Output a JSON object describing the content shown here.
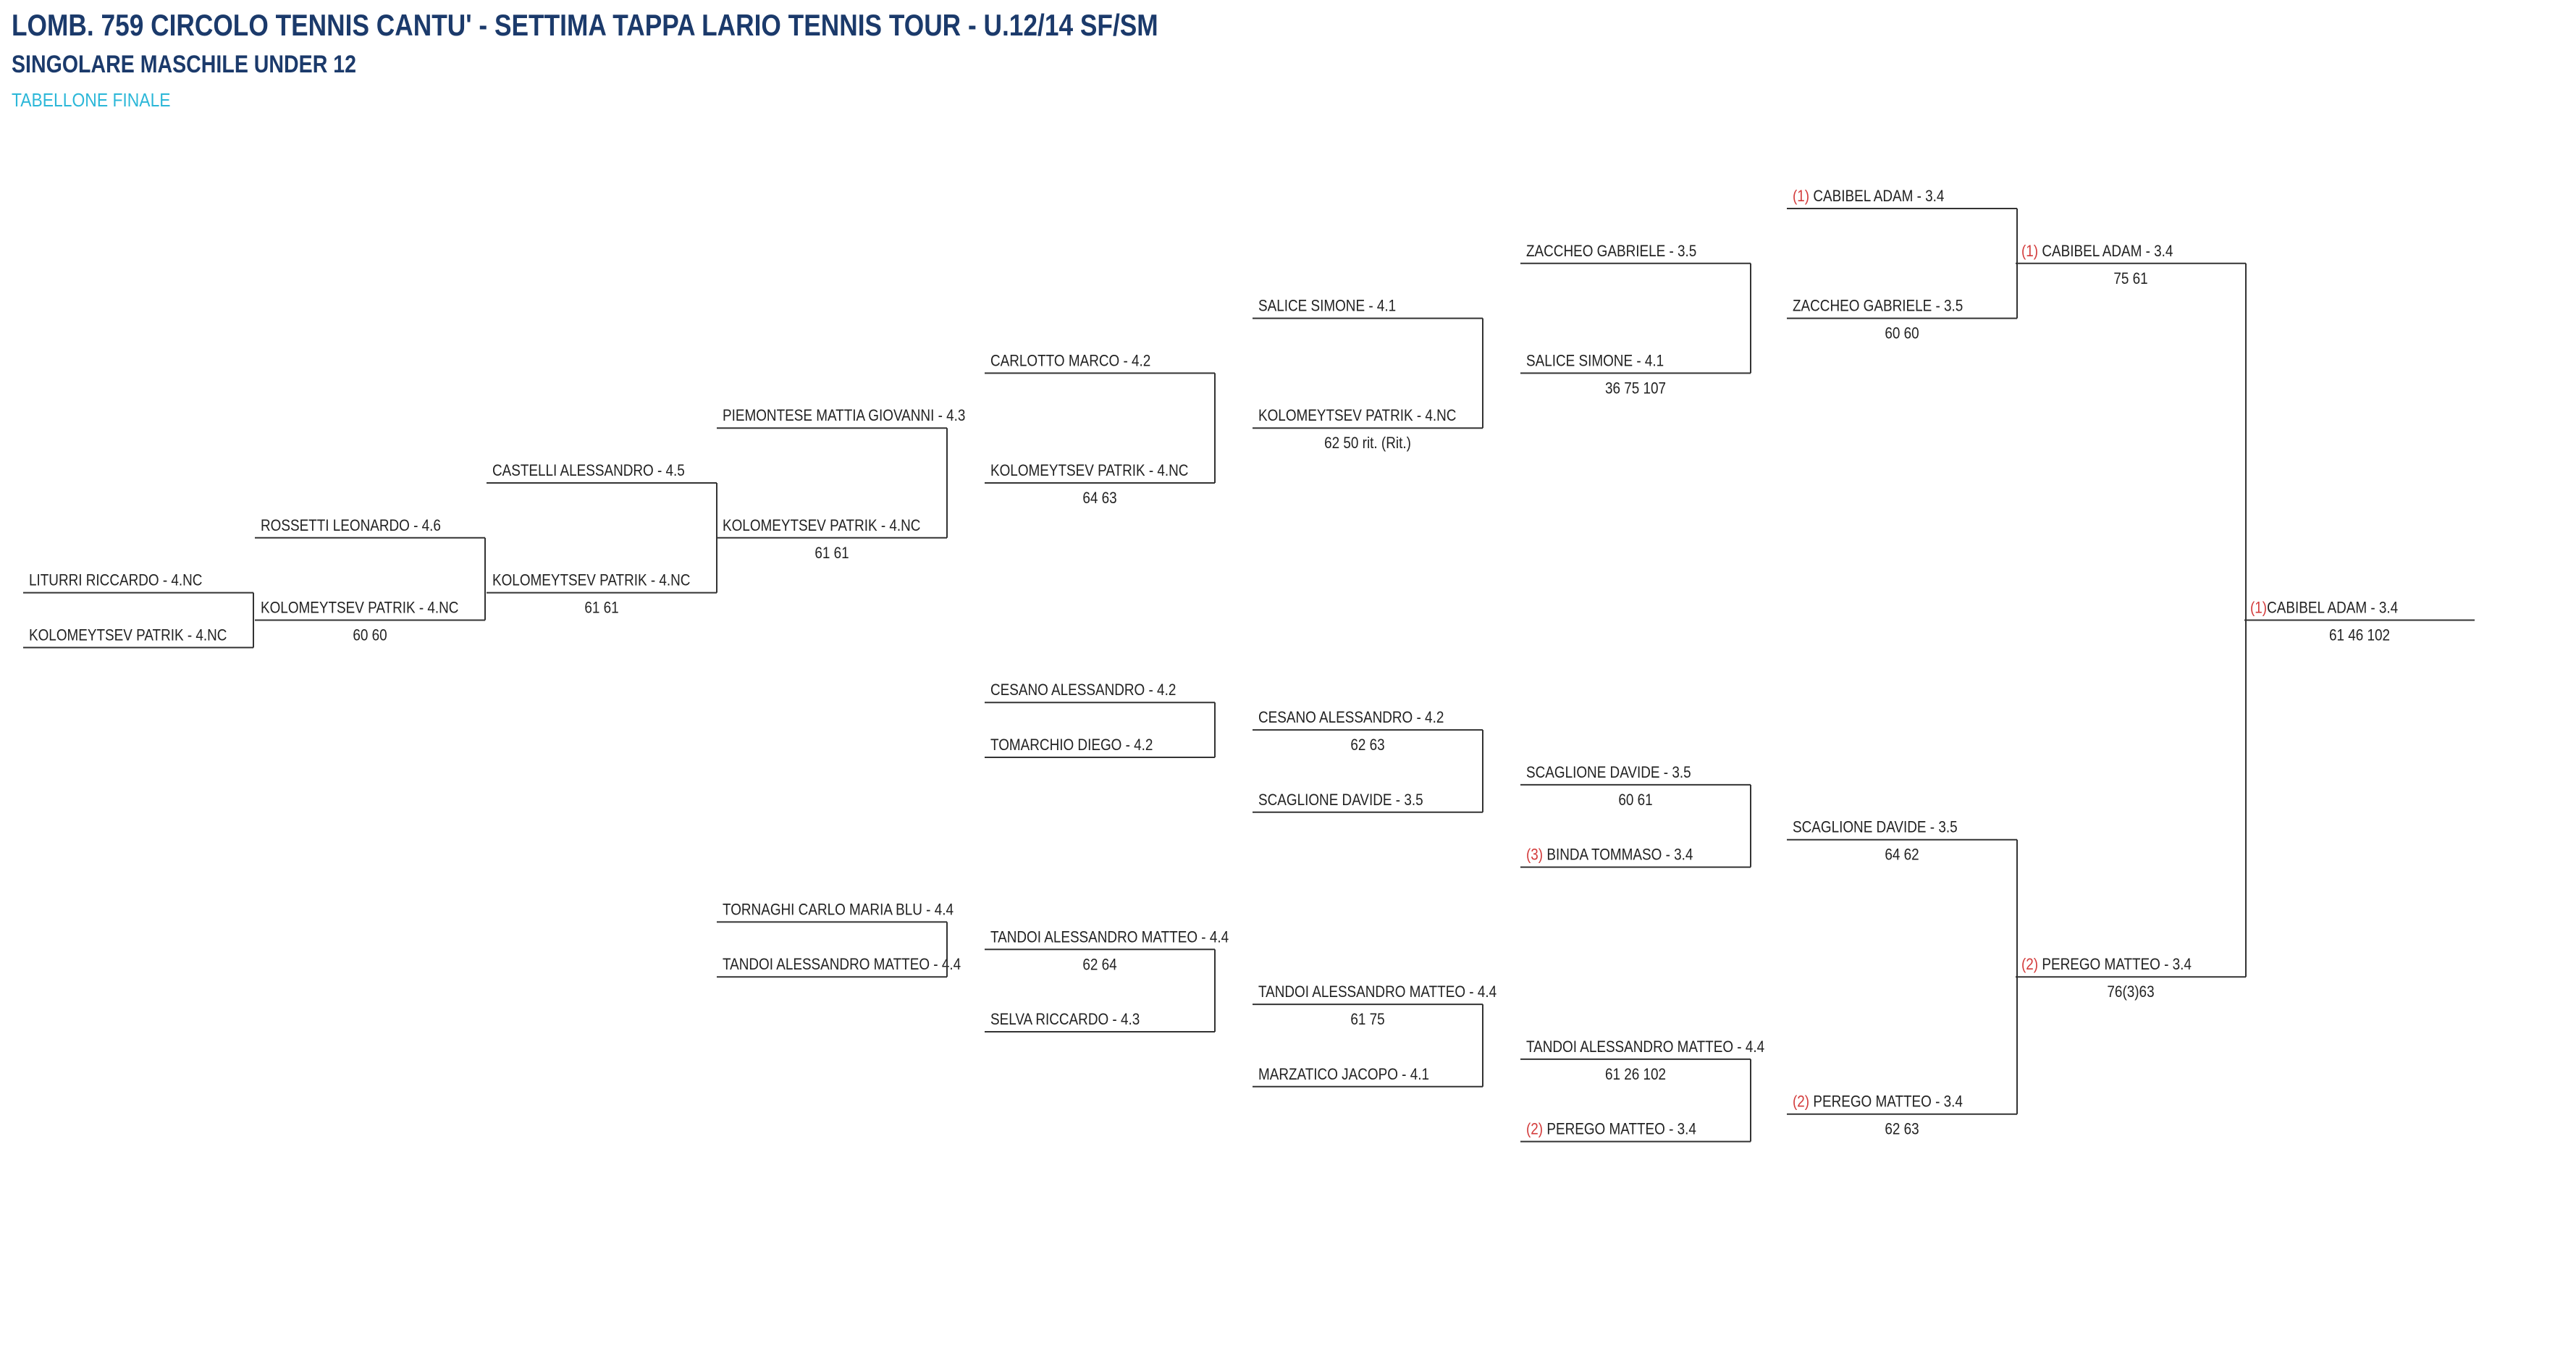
{
  "header": {
    "title": "LOMB. 759 CIRCOLO TENNIS CANTU' - SETTIMA TAPPA LARIO TENNIS TOUR - U.12/14 SF/SM",
    "subtitle": "SINGOLARE MASCHILE UNDER 12",
    "section": "TABELLONE FINALE"
  },
  "colors": {
    "title": "#1b3a6b",
    "section": "#2bb7d8",
    "seed": "#d33b3b",
    "line": "#333333"
  },
  "columns": [
    32,
    352,
    672,
    990,
    1360,
    1730,
    2100,
    2468,
    2784,
    3100,
    3420
  ],
  "entries": [
    {
      "name": "LITURRI RICCARDO - 4.NC",
      "col": 0,
      "row": 7
    },
    {
      "name": "KOLOMEYTSEV PATRIK - 4.NC",
      "col": 0,
      "row": 8
    },
    {
      "name": "ROSSETTI LEONARDO - 4.6",
      "col": 1,
      "row": 6
    },
    {
      "name": "KOLOMEYTSEV PATRIK - 4.NC",
      "col": 1,
      "row": 7.5,
      "score": "60 60"
    },
    {
      "name": "CASTELLI ALESSANDRO - 4.5",
      "col": 2,
      "row": 5
    },
    {
      "name": "KOLOMEYTSEV PATRIK - 4.NC",
      "col": 2,
      "row": 7,
      "score": "61 61"
    },
    {
      "name": "PIEMONTESE MATTIA GIOVANNI - 4.3",
      "col": 3,
      "row": 4
    },
    {
      "name": "KOLOMEYTSEV PATRIK - 4.NC",
      "col": 3,
      "row": 6,
      "score": "61 61"
    },
    {
      "name": "CARLOTTO MARCO - 4.2",
      "col": 4,
      "row": 3
    },
    {
      "name": "KOLOMEYTSEV PATRIK - 4.NC",
      "col": 4,
      "row": 5,
      "score": "64 63"
    },
    {
      "name": "SALICE SIMONE - 4.1",
      "col": 5,
      "row": 2
    },
    {
      "name": "KOLOMEYTSEV PATRIK - 4.NC",
      "col": 5,
      "row": 4,
      "score": "62 50 rit. (Rit.)"
    },
    {
      "name": "ZACCHEO GABRIELE - 3.5",
      "col": 6,
      "row": 1
    },
    {
      "name": "SALICE SIMONE - 4.1",
      "col": 6,
      "row": 3,
      "score": "36 75 107"
    },
    {
      "seed": "(1)",
      "name": "CABIBEL ADAM - 3.4",
      "col": 7,
      "row": 0
    },
    {
      "name": "ZACCHEO GABRIELE - 3.5",
      "col": 7,
      "row": 2,
      "score": "60 60"
    },
    {
      "seed": "(1)",
      "name": "CABIBEL ADAM - 3.4",
      "col": 8,
      "row": 1,
      "score": "75 61"
    },
    {
      "name": "CESANO ALESSANDRO - 4.2",
      "col": 4,
      "row": 9
    },
    {
      "name": "TOMARCHIO DIEGO - 4.2",
      "col": 4,
      "row": 10
    },
    {
      "name": "CESANO ALESSANDRO - 4.2",
      "col": 5,
      "row": 9.5,
      "score": "62 63"
    },
    {
      "name": "SCAGLIONE DAVIDE - 3.5",
      "col": 5,
      "row": 11
    },
    {
      "name": "SCAGLIONE DAVIDE - 3.5",
      "col": 6,
      "row": 10.5,
      "score": "60 61"
    },
    {
      "seed": "(3)",
      "name": "BINDA TOMMASO - 3.4",
      "col": 6,
      "row": 12
    },
    {
      "name": "SCAGLIONE DAVIDE - 3.5",
      "col": 7,
      "row": 11.5,
      "score": "64 62"
    },
    {
      "name": "TORNAGHI CARLO MARIA BLU - 4.4",
      "col": 3,
      "row": 13
    },
    {
      "name": "TANDOI ALESSANDRO MATTEO - 4.4",
      "col": 3,
      "row": 14
    },
    {
      "name": "TANDOI ALESSANDRO MATTEO - 4.4",
      "col": 4,
      "row": 13.5,
      "score": "62 64"
    },
    {
      "name": "SELVA RICCARDO - 4.3",
      "col": 4,
      "row": 15
    },
    {
      "name": "TANDOI ALESSANDRO MATTEO - 4.4",
      "col": 5,
      "row": 14.5,
      "score": "61 75"
    },
    {
      "name": "MARZATICO JACOPO - 4.1",
      "col": 5,
      "row": 16
    },
    {
      "name": "TANDOI ALESSANDRO MATTEO - 4.4",
      "col": 6,
      "row": 15.5,
      "score": "61 26 102"
    },
    {
      "seed": "(2)",
      "name": "PEREGO MATTEO - 3.4",
      "col": 6,
      "row": 17
    },
    {
      "seed": "(2)",
      "name": "PEREGO MATTEO - 3.4",
      "col": 7,
      "row": 16.5,
      "score": "62 63"
    },
    {
      "seed": "(2)",
      "name": "PEREGO MATTEO - 3.4",
      "col": 8,
      "row": 14,
      "score": "76(3)63"
    },
    {
      "seed": "(1)",
      "name": "CABIBEL ADAM - 3.4",
      "col": 9,
      "row": 7.5,
      "score": "61 46 102",
      "final": true
    }
  ],
  "connectors": [
    {
      "col": 0,
      "a": 7,
      "b": 8,
      "w": 7.5
    },
    {
      "col": 1,
      "a": 6,
      "b": 7.5,
      "w": 7
    },
    {
      "col": 2,
      "a": 5,
      "b": 7,
      "w": 6
    },
    {
      "col": 3,
      "a": 4,
      "b": 6,
      "w": 5
    },
    {
      "col": 4,
      "a": 3,
      "b": 5,
      "w": 4
    },
    {
      "col": 5,
      "a": 2,
      "b": 4,
      "w": 3
    },
    {
      "col": 6,
      "a": 1,
      "b": 3,
      "w": 2
    },
    {
      "col": 7,
      "a": 0,
      "b": 2,
      "w": 1
    },
    {
      "col": 4,
      "a": 9,
      "b": 10,
      "w": 9.5
    },
    {
      "col": 5,
      "a": 9.5,
      "b": 11,
      "w": 10.5
    },
    {
      "col": 6,
      "a": 10.5,
      "b": 12,
      "w": 11.5
    },
    {
      "col": 3,
      "a": 13,
      "b": 14,
      "w": 13.5
    },
    {
      "col": 4,
      "a": 13.5,
      "b": 15,
      "w": 14.5
    },
    {
      "col": 5,
      "a": 14.5,
      "b": 16,
      "w": 15.5
    },
    {
      "col": 6,
      "a": 15.5,
      "b": 17,
      "w": 16.5
    },
    {
      "col": 7,
      "a": 11.5,
      "b": 16.5,
      "w": 14
    },
    {
      "col": 8,
      "a": 1,
      "b": 14,
      "w": 7.5
    }
  ]
}
